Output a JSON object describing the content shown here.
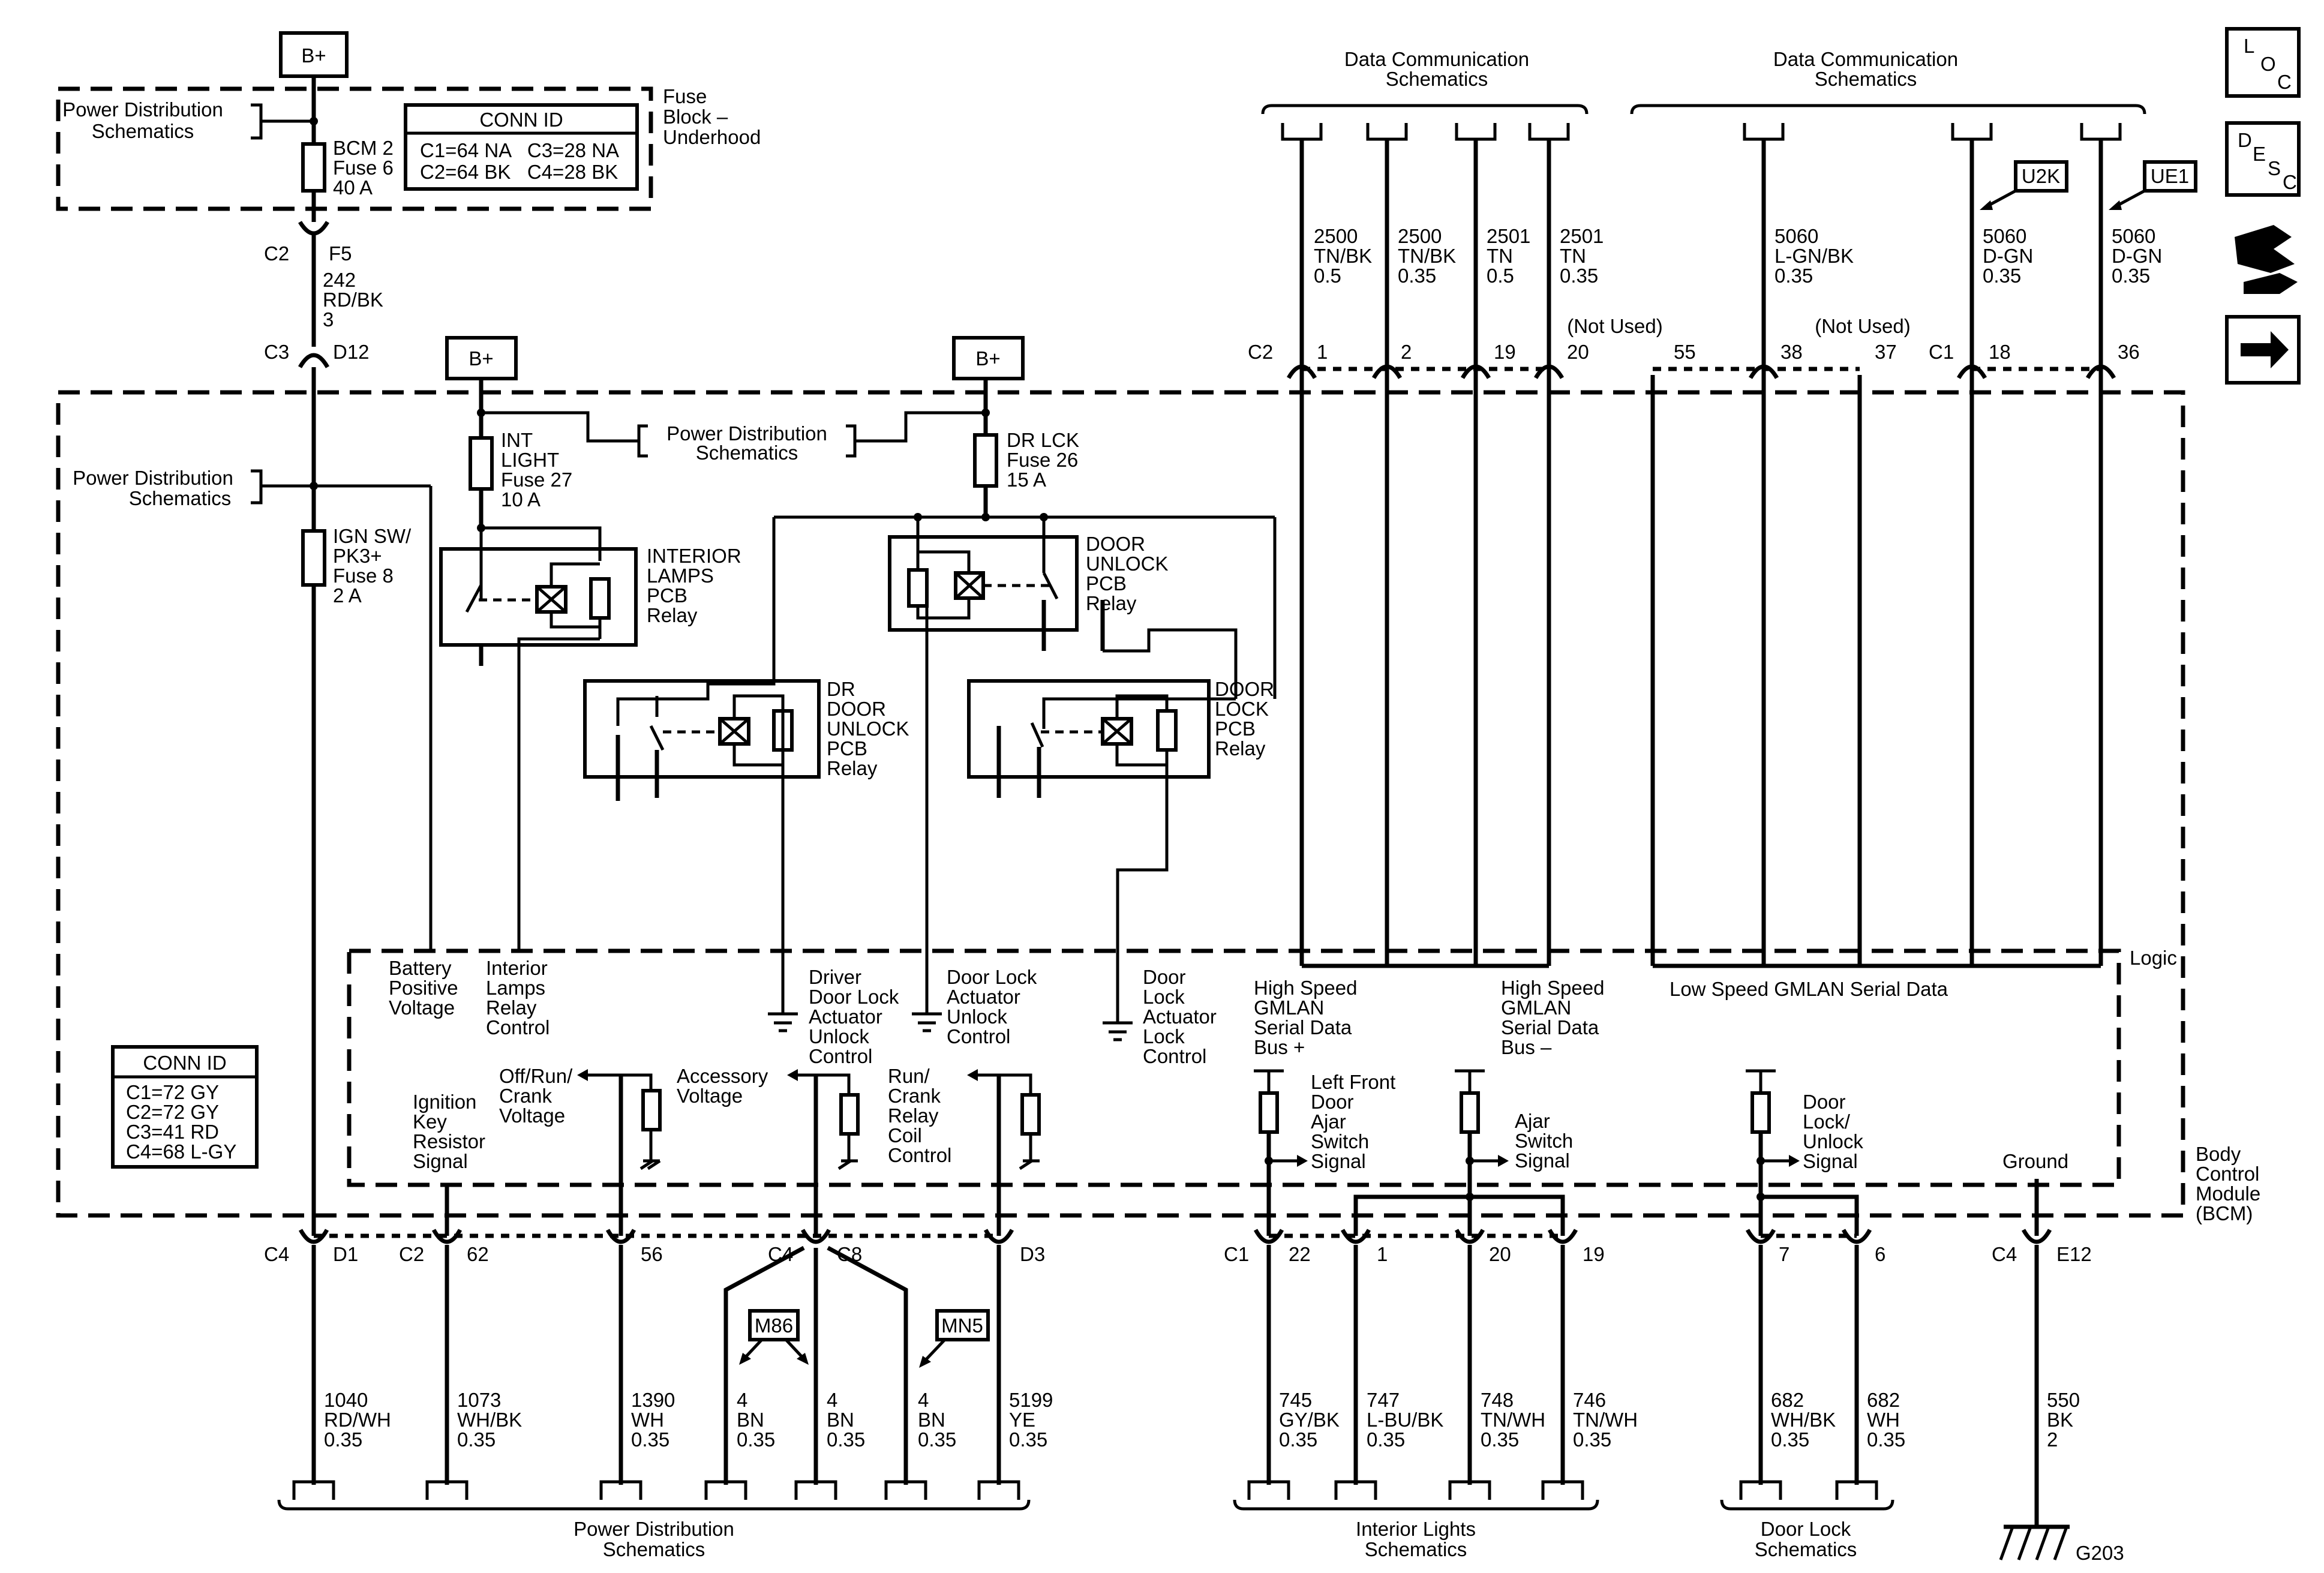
{
  "top": {
    "bplus": "B+",
    "pds_line1": "Power Distribution",
    "pds_line2": "Schematics",
    "bcm_fuse": [
      "BCM 2",
      "Fuse 6",
      "40 A"
    ],
    "conn_title": "CONN ID",
    "conn_rows": [
      "C1=64 NA   C3=28 NA",
      "C2=64 BK   C4=28 BK"
    ],
    "fuse_block": [
      "Fuse",
      "Block –",
      "Underhood"
    ],
    "c2": "C2",
    "f5": "F5",
    "wire_242": [
      "242",
      "RD/BK",
      "3"
    ],
    "c3": "C3",
    "d12": "D12"
  },
  "relays": {
    "bplus": "B+",
    "int_light_fuse": [
      "INT",
      "LIGHT",
      "Fuse 27",
      "10 A"
    ],
    "pds": [
      "Power Distribution",
      "Schematics"
    ],
    "dr_lck_fuse": [
      "DR LCK",
      "Fuse 26",
      "15 A"
    ],
    "pds_left": [
      "Power Distribution",
      "Schematics"
    ],
    "ign_fuse": [
      "IGN SW/",
      "PK3+",
      "Fuse 8",
      "2 A"
    ],
    "interior_lamps": [
      "INTERIOR",
      "LAMPS",
      "PCB",
      "Relay"
    ],
    "door_unlock": [
      "DOOR",
      "UNLOCK",
      "PCB",
      "Relay"
    ],
    "dr_door_unlock": [
      "DR",
      "DOOR",
      "UNLOCK",
      "PCB",
      "Relay"
    ],
    "door_lock": [
      "DOOR",
      "LOCK",
      "PCB",
      "Relay"
    ]
  },
  "data_comm": {
    "title_left": [
      "Data Communication",
      "Schematics"
    ],
    "title_right": [
      "Data Communication",
      "Schematics"
    ],
    "wires": [
      [
        "2500",
        "TN/BK",
        "0.5"
      ],
      [
        "2500",
        "TN/BK",
        "0.35"
      ],
      [
        "2501",
        "TN",
        "0.5"
      ],
      [
        "2501",
        "TN",
        "0.35"
      ],
      [
        "5060",
        "L-GN/BK",
        "0.35"
      ],
      [
        "5060",
        "D-GN",
        "0.35"
      ],
      [
        "5060",
        "D-GN",
        "0.35"
      ]
    ],
    "not_used": "(Not Used)",
    "c2": "C2",
    "c1": "C1",
    "pins": [
      "1",
      "2",
      "19",
      "20",
      "55",
      "38",
      "37",
      "18",
      "36"
    ],
    "u2k": "U2K",
    "ue1": "UE1"
  },
  "side_icons": {
    "loc": [
      "L",
      "O",
      "C"
    ],
    "desc": [
      "D",
      "E",
      "S",
      "C"
    ]
  },
  "module": {
    "logic": "Logic",
    "conn_title": "CONN ID",
    "conn_rows": [
      "C1=72 GY",
      "C2=72 GY",
      "C3=41 RD",
      "C4=68 L-GY"
    ],
    "battery_positive": [
      "Battery",
      "Positive",
      "Voltage"
    ],
    "interior_lamps_relay": [
      "Interior",
      "Lamps",
      "Relay",
      "Control"
    ],
    "driver_door_lock": [
      "Driver",
      "Door Lock",
      "Actuator",
      "Unlock",
      "Control"
    ],
    "door_lock_unlock": [
      "Door Lock",
      "Actuator",
      "Unlock",
      "Control"
    ],
    "door_lock_lock": [
      "Door",
      "Lock",
      "Actuator",
      "Lock",
      "Control"
    ],
    "hs_plus": [
      "High Speed",
      "GMLAN",
      "Serial Data",
      "Bus +"
    ],
    "hs_minus": [
      "High Speed",
      "GMLAN",
      "Serial Data",
      "Bus –"
    ],
    "low_speed": "Low Speed GMLAN Serial Data",
    "ign_key": [
      "Ignition",
      "Key",
      "Resistor",
      "Signal"
    ],
    "off_run": [
      "Off/Run/",
      "Crank",
      "Voltage"
    ],
    "accessory": [
      "Accessory",
      "Voltage"
    ],
    "run_crank": [
      "Run/",
      "Crank",
      "Relay",
      "Coil",
      "Control"
    ],
    "lf_door": [
      "Left Front",
      "Door",
      "Ajar",
      "Switch",
      "Signal"
    ],
    "ajar": [
      "Ajar",
      "Switch",
      "Signal"
    ],
    "door_lock_sw": [
      "Door",
      "Lock/",
      "Unlock",
      "Signal"
    ],
    "ground": "Ground",
    "bcm": [
      "Body",
      "Control",
      "Module",
      "(BCM)"
    ]
  },
  "bottom": {
    "connectors": {
      "c4a": "C4",
      "d1": "D1",
      "c2": "C2",
      "p62": "62",
      "p56": "56",
      "c4b": "C4",
      "c8": "C8",
      "d3": "D3",
      "c1": "C1",
      "p22": "22",
      "p1": "1",
      "p20": "20",
      "p19": "19",
      "p7": "7",
      "p6": "6",
      "c4c": "C4",
      "e12": "E12"
    },
    "wires": [
      [
        "1040",
        "RD/WH",
        "0.35"
      ],
      [
        "1073",
        "WH/BK",
        "0.35"
      ],
      [
        "1390",
        "WH",
        "0.35"
      ],
      [
        "4",
        "BN",
        "0.35"
      ],
      [
        "4",
        "BN",
        "0.35"
      ],
      [
        "4",
        "BN",
        "0.35"
      ],
      [
        "5199",
        "YE",
        "0.35"
      ],
      [
        "745",
        "GY/BK",
        "0.35"
      ],
      [
        "747",
        "L-BU/BK",
        "0.35"
      ],
      [
        "748",
        "TN/WH",
        "0.35"
      ],
      [
        "746",
        "TN/WH",
        "0.35"
      ],
      [
        "682",
        "WH/BK",
        "0.35"
      ],
      [
        "682",
        "WH",
        "0.35"
      ],
      [
        "550",
        "BK",
        "2"
      ]
    ],
    "m86": "M86",
    "mn5": "MN5",
    "pds": [
      "Power Distribution",
      "Schematics"
    ],
    "interior_lights": [
      "Interior Lights",
      "Schematics"
    ],
    "door_lock": [
      "Door Lock",
      "Schematics"
    ],
    "g203": "G203"
  }
}
